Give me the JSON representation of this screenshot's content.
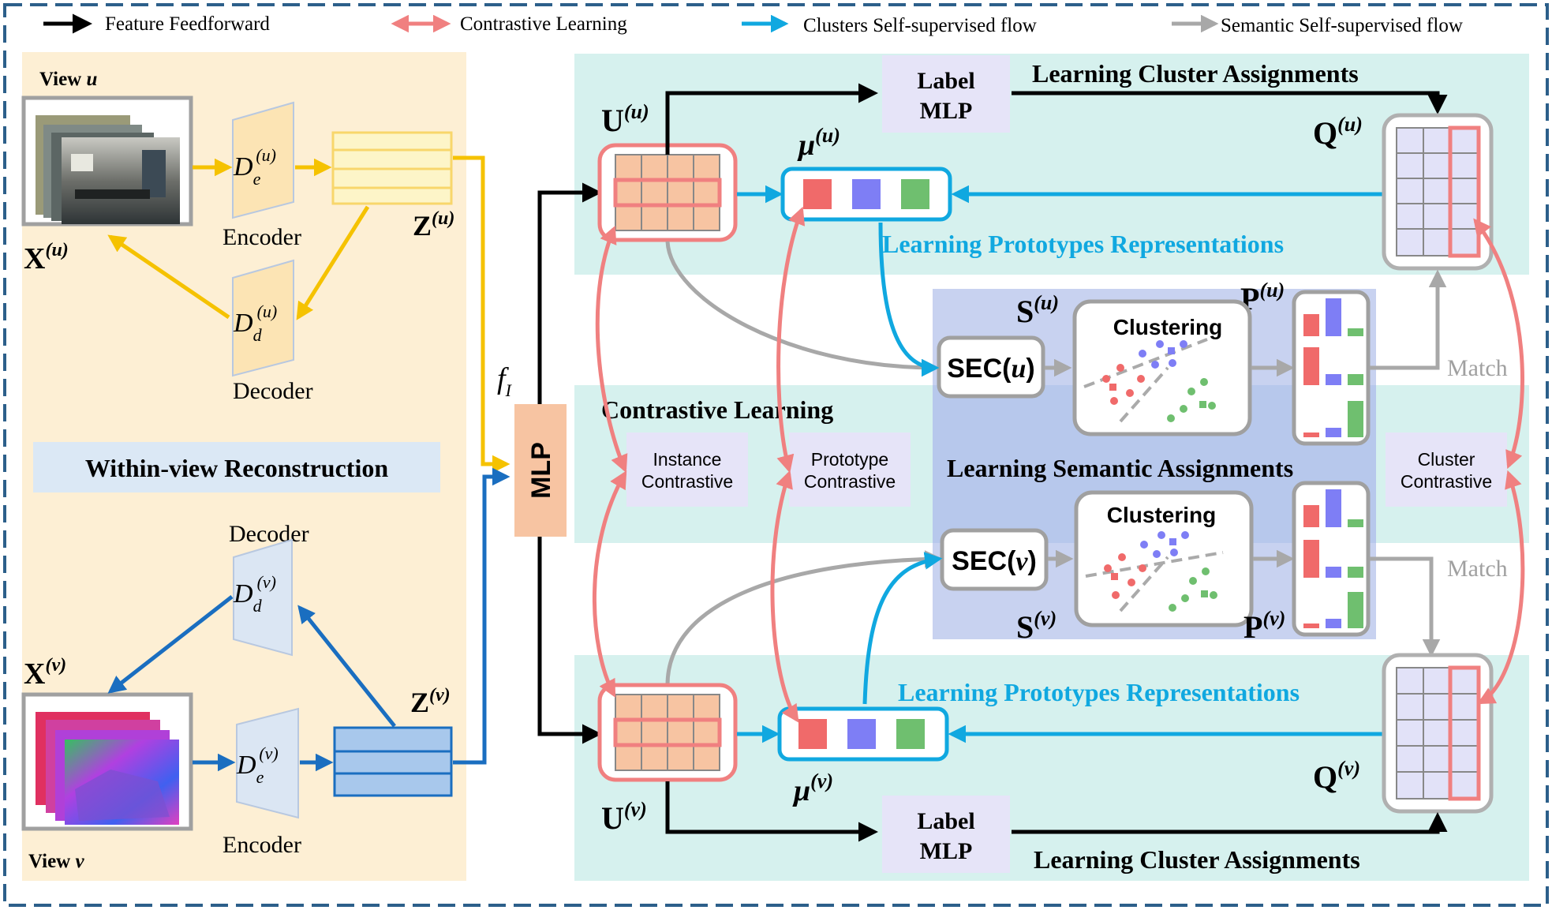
{
  "legend": {
    "feedforward": "Feature  Feedforward",
    "contrastive": "Contrastive Learning",
    "clusters_flow": "Clusters  Self-supervised flow",
    "semantic_flow": "Semantic Self-supervised flow"
  },
  "left": {
    "view_u": "View",
    "view_u_sym": "u",
    "view_v": "View",
    "view_v_sym": "v",
    "encoder_u": "Encoder",
    "decoder_u": "Decoder",
    "encoder_v": "Encoder",
    "decoder_v": "Decoder",
    "De_u": "D",
    "De_u_sub": "e",
    "De_u_sup": "(u)",
    "Dd_u": "D",
    "Dd_u_sub": "d",
    "Dd_u_sup": "(u)",
    "De_v": "D",
    "De_v_sub": "e",
    "De_v_sup": "(v)",
    "Dd_v": "D",
    "Dd_v_sub": "d",
    "Dd_v_sup": "(v)",
    "X_u": "X",
    "X_u_sup": "(u)",
    "X_v": "X",
    "X_v_sup": "(v)",
    "Z_u": "Z",
    "Z_u_sup": "(u)",
    "Z_v": "Z",
    "Z_v_sup": "(v)",
    "within_view": "Within-view   Reconstruction"
  },
  "middle": {
    "f": "f",
    "f_sub": "I",
    "mlp": "MLP",
    "contrastive_learning": "Contrastive Learning",
    "instance_1": "Instance",
    "instance_2": "Contrastive",
    "prototype_1": "Prototype",
    "prototype_2": "Contrastive"
  },
  "right": {
    "U_u": "U",
    "U_u_sup": "(u)",
    "U_v": "U",
    "U_v_sup": "(v)",
    "mu_u": "μ",
    "mu_u_sup": "(u)",
    "mu_v": "μ",
    "mu_v_sup": "(v)",
    "label_1": "Label",
    "label_2": "MLP",
    "learn_cluster_top": "Learning  Cluster Assignments",
    "learn_cluster_bottom": "Learning  Cluster Assignments",
    "learn_proto_top": "Learning  Prototypes Representations",
    "learn_proto_bottom": "Learning  Prototypes Representations",
    "Q_u": "Q",
    "Q_u_sup": "(u)",
    "Q_v": "Q",
    "Q_v_sup": "(v)",
    "S_u": "S",
    "S_u_sup": "(u)",
    "S_v": "S",
    "S_v_sup": "(v)",
    "P_u": "P",
    "P_u_sup": "(u)",
    "P_v": "P",
    "P_v_sup": "(v)",
    "sec_u": "SEC(",
    "sec_u_sym": "u",
    "sec_close": ")",
    "sec_v": "SEC(",
    "sec_v_sym": "v",
    "clustering_top": "Clustering",
    "clustering_bottom": "Clustering",
    "learning_semantic": "Learning Semantic Assignments",
    "match_top": "Match",
    "match_bottom": "Match",
    "cluster_1": "Cluster",
    "cluster_2": "Contrastive"
  },
  "colors": {
    "black": "#000000",
    "pink": "#f08080",
    "cyan": "#10a8e0",
    "gray": "#a8a8a8",
    "yellow": "#f5c200",
    "blue": "#1a6ec0",
    "red_sq": "#f06a6a",
    "blue_sq": "#7e7ef5",
    "green_sq": "#6fbf6f"
  }
}
